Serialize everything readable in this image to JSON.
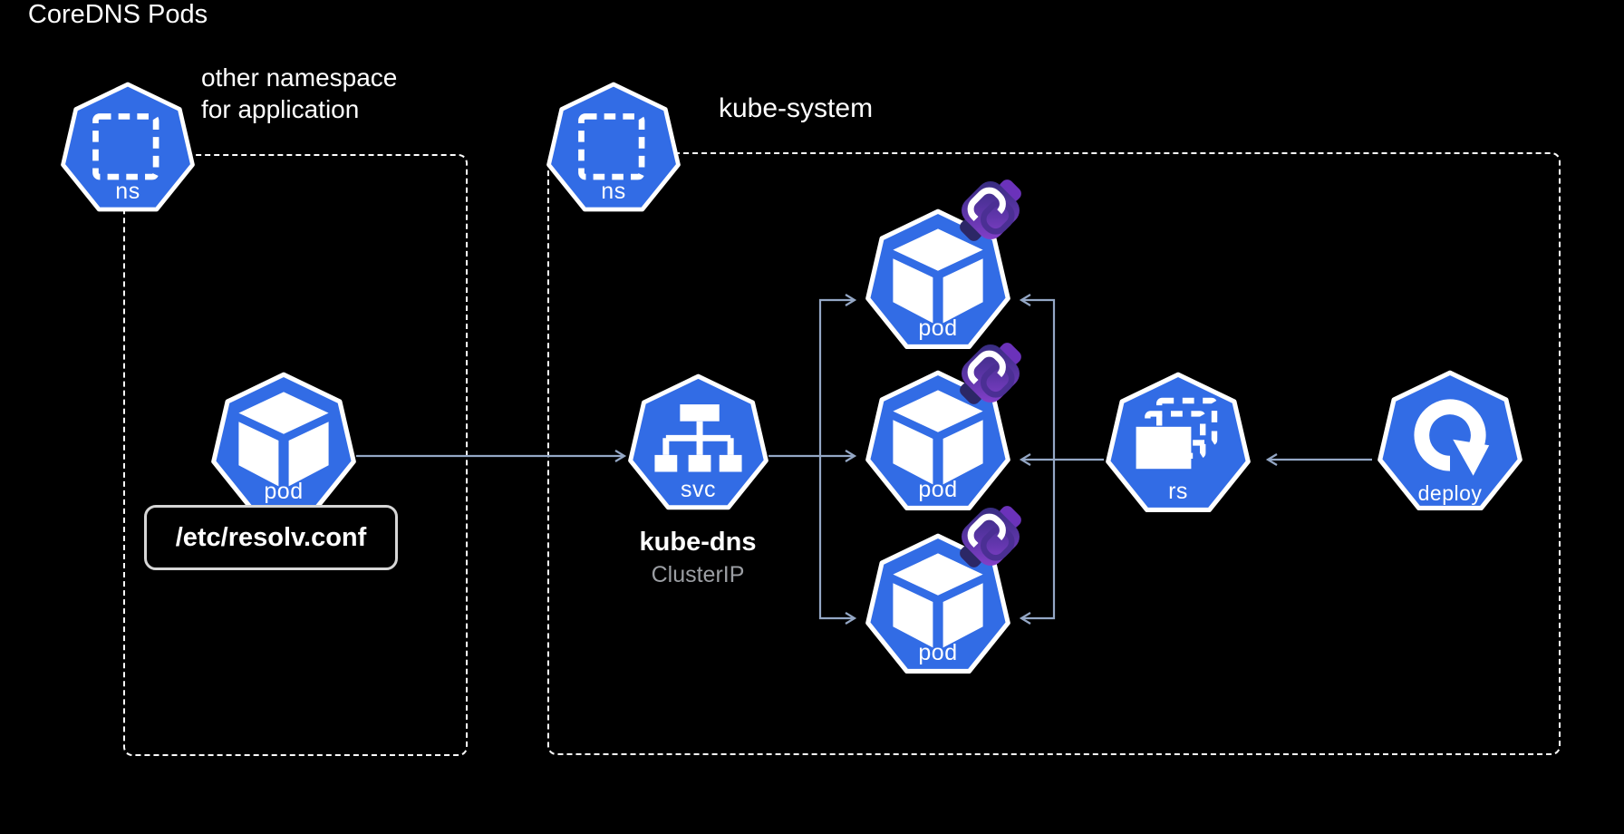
{
  "colors": {
    "k8s_blue": "#326CE5",
    "arrow": "#94A7C5",
    "cluster_ip_text": "#9B9EA3",
    "resolv_border": "#D6D6D6",
    "badge_grad_1": "#312B79",
    "badge_grad_2": "#5D35A8",
    "badge_grad_3": "#8A41CF",
    "badge_nub_light": "#6B32BA",
    "badge_nub_dark": "#2C2766",
    "badge_link_dark": "#4B2F94"
  },
  "app_namespace": {
    "title_line1": "other namespace",
    "title_line2": "for application",
    "ns_label": "ns",
    "pod_label": "pod",
    "resolv_conf": "/etc/resolv.conf"
  },
  "kube_system": {
    "title": "kube-system",
    "ns_label": "ns",
    "svc": {
      "icon_label": "svc",
      "name": "kube-dns",
      "type": "ClusterIP"
    },
    "pods": [
      {
        "label": "pod"
      },
      {
        "label": "pod"
      },
      {
        "label": "pod"
      }
    ],
    "pods_caption": "CoreDNS Pods",
    "rs": {
      "icon_label": "rs"
    },
    "deploy": {
      "icon_label": "deploy"
    }
  }
}
